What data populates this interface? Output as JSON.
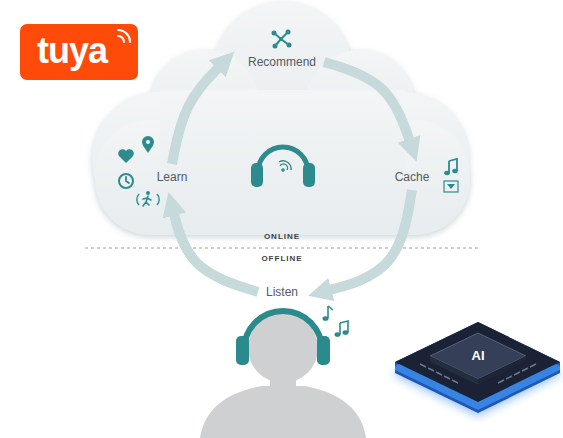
{
  "diagram": {
    "nodes": [
      {
        "text": [
          "Recommend"
        ]
      },
      {
        "text": [
          "Learn"
        ]
      },
      {
        "text": [
          "Cache"
        ]
      },
      {
        "text": [
          "Listen"
        ]
      }
    ],
    "edges": [
      {
        "from": 1,
        "to": 0,
        "arrow": "to"
      },
      {
        "from": 0,
        "to": 2,
        "arrow": "to"
      },
      {
        "from": 2,
        "to": 3,
        "arrow": "to"
      },
      {
        "from": 3,
        "to": 1,
        "arrow": "to"
      }
    ],
    "labels": [
      "tuya",
      "ONLINE",
      "OFFLINE",
      "AI"
    ]
  }
}
